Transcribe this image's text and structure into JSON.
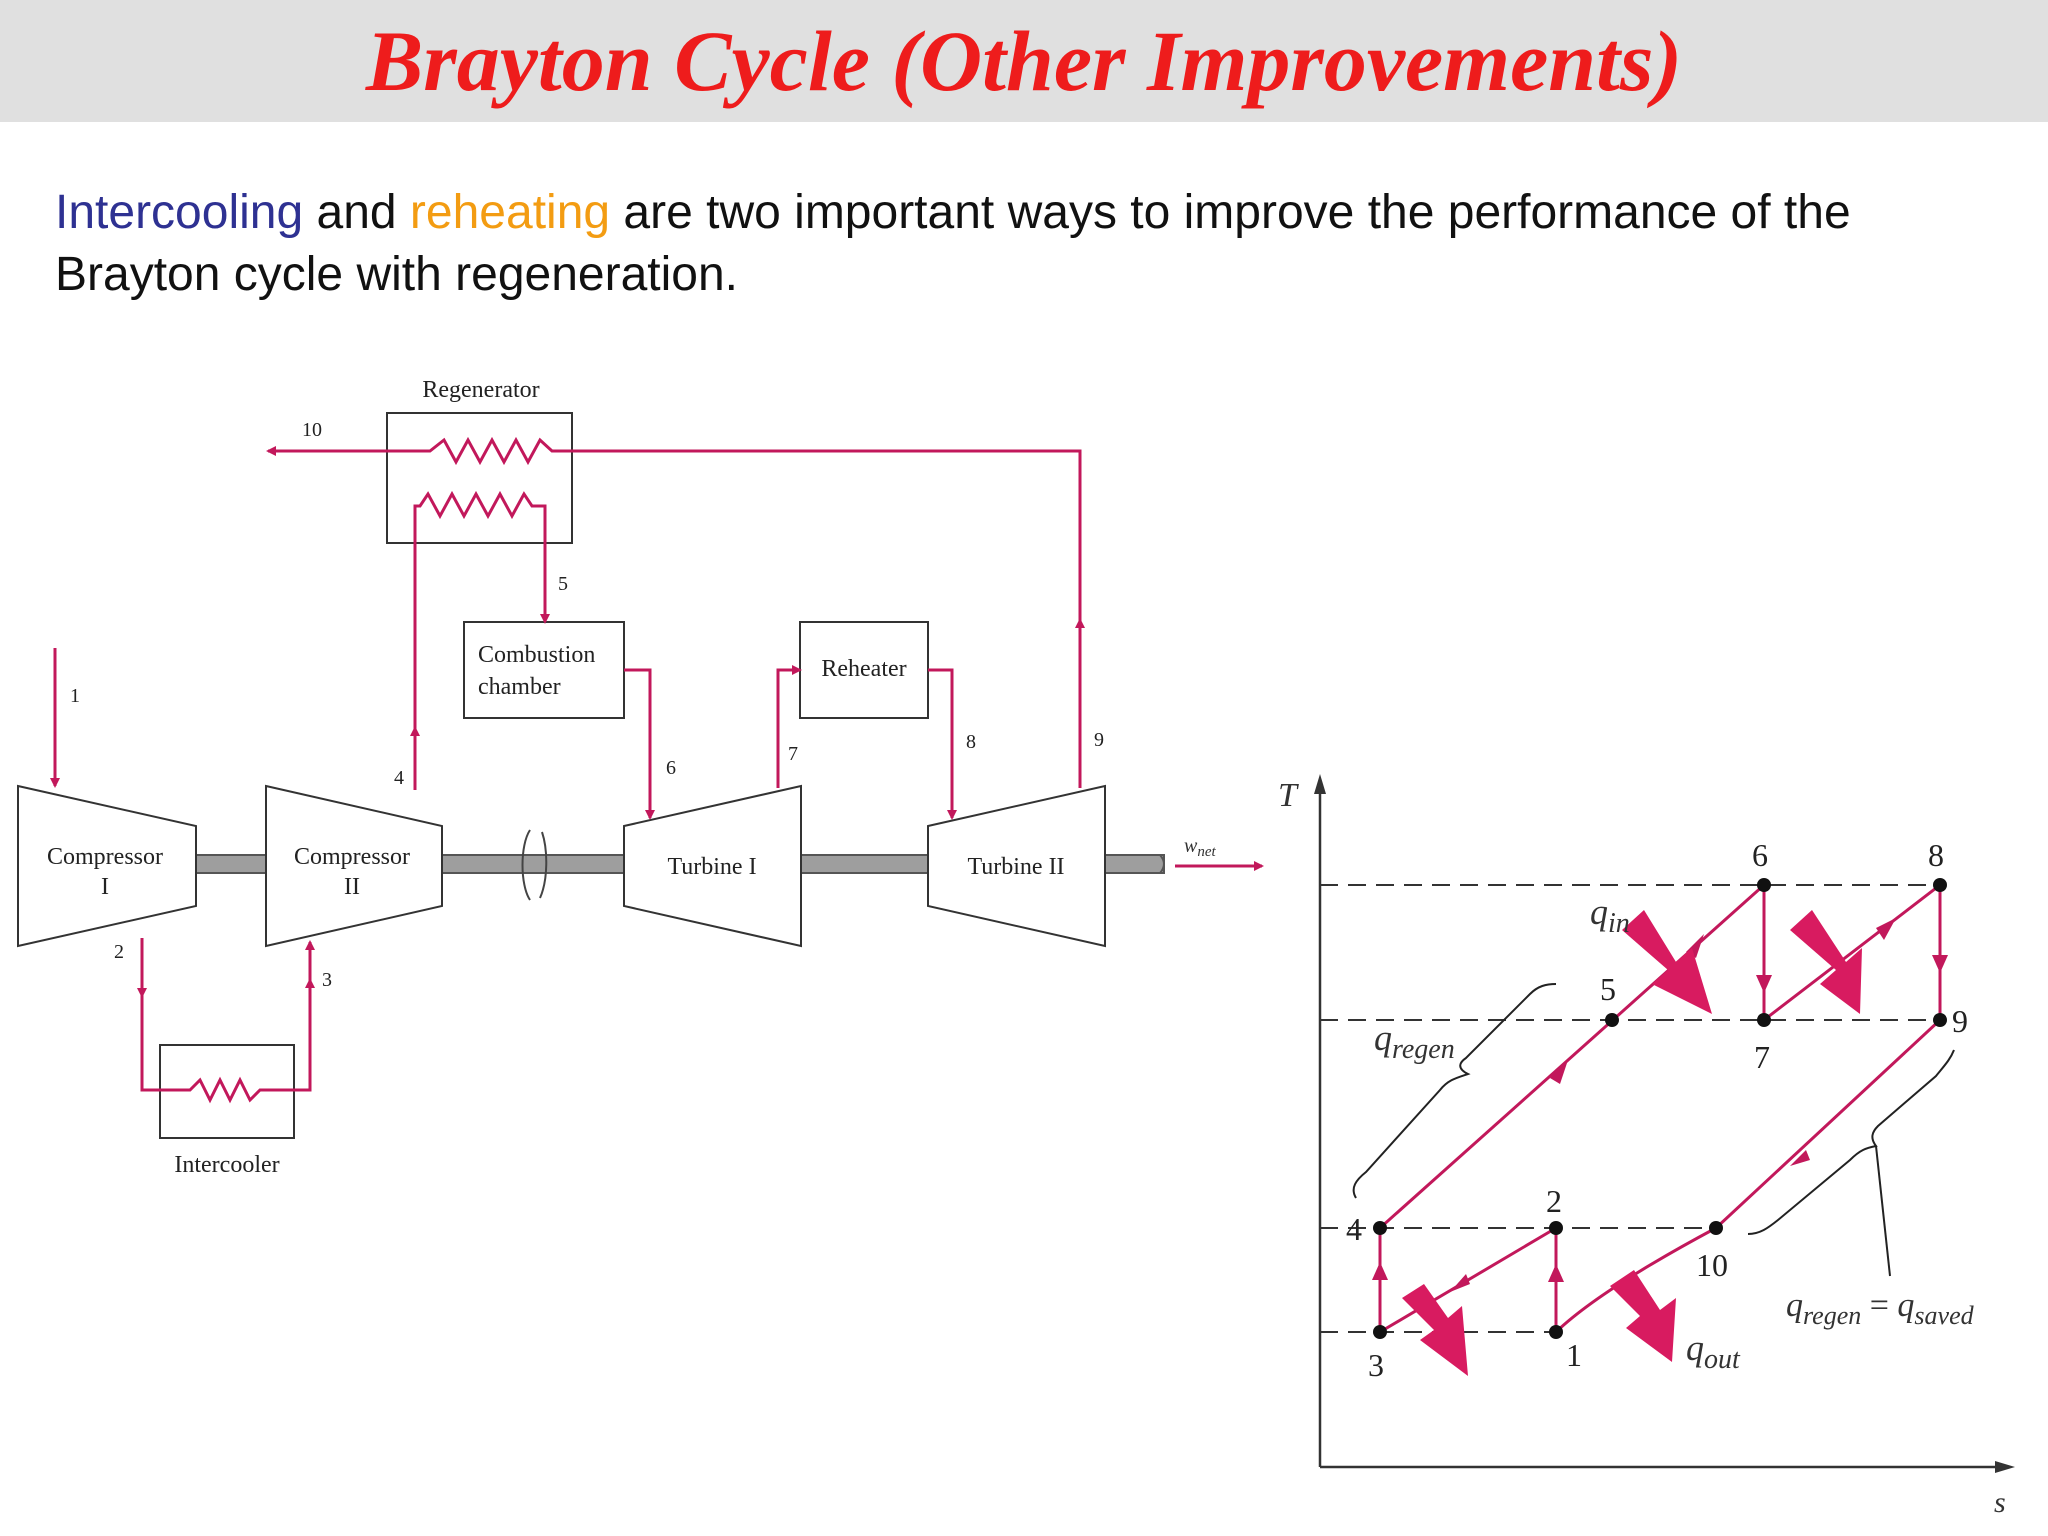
{
  "title": "Brayton Cycle (Other Improvements)",
  "intro": {
    "word1": "Intercooling",
    "and": " and ",
    "word2": "reheating",
    "rest": " are two important ways to improve the performance of the Brayton cycle with regeneration."
  },
  "schematic": {
    "regenerator": "Regenerator",
    "combustion_line1": "Combustion",
    "combustion_line2": "chamber",
    "reheater": "Reheater",
    "intercooler": "Intercooler",
    "compressor1_line1": "Compressor",
    "compressor1_line2": "I",
    "compressor2_line1": "Compressor",
    "compressor2_line2": "II",
    "turbine1": "Turbine I",
    "turbine2": "Turbine II",
    "wnet": "w",
    "wnet_sub": "net",
    "states": [
      "1",
      "2",
      "3",
      "4",
      "5",
      "6",
      "7",
      "8",
      "9",
      "10"
    ]
  },
  "ts_diagram": {
    "axis_t": "T",
    "axis_s": "s",
    "q_in": "q",
    "q_in_sub": "in",
    "q_out": "q",
    "q_out_sub": "out",
    "q_regen": "q",
    "q_regen_sub": "regen",
    "q_regen2": "q",
    "q_regen2_sub": "regen",
    "equals": " = ",
    "q_saved": "q",
    "q_saved_sub": "saved",
    "points": [
      "1",
      "2",
      "3",
      "4",
      "5",
      "6",
      "7",
      "8",
      "9",
      "10"
    ]
  },
  "colors": {
    "title": "#ee1c1c",
    "flow": "#c2185b",
    "arrow_fill": "#d81b60",
    "intercooling": "#2e3192",
    "reheating": "#f39c12"
  }
}
